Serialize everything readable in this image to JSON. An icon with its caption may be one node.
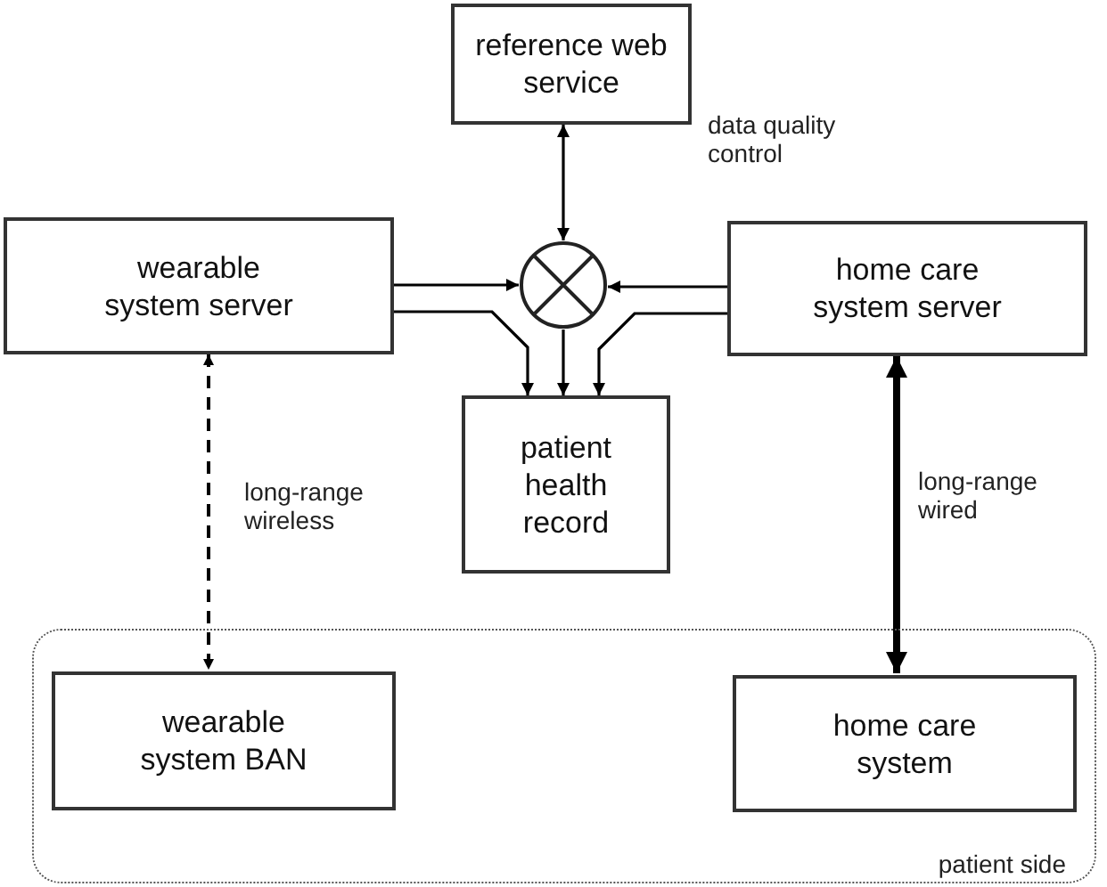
{
  "diagram": {
    "nodes": [
      {
        "text": [
          "reference web service"
        ]
      },
      {
        "text": [
          "wearable system server"
        ]
      },
      {
        "text": [],
        "shape": "circle"
      },
      {
        "text": [
          "home care system server"
        ]
      },
      {
        "text": [
          "patient health record"
        ]
      },
      {
        "text": [
          "patient side"
        ]
      },
      {
        "text": [
          "wearable system BAN"
        ],
        "in": 5
      },
      {
        "text": [
          "home care system"
        ],
        "in": 5
      }
    ],
    "edges": [
      {
        "from": 0,
        "to": 2,
        "arrow": "both"
      },
      {
        "from": 1,
        "to": 2,
        "arrow": "to"
      },
      {
        "from": 3,
        "to": 2,
        "arrow": "to"
      },
      {
        "from": 1,
        "to": 4,
        "arrow": "to"
      },
      {
        "from": 2,
        "to": 4,
        "arrow": "to"
      },
      {
        "from": 3,
        "to": 4,
        "arrow": "to"
      },
      {
        "from": 1,
        "to": 6,
        "arrow": "both",
        "label": "long-range wireless",
        "style": "dashed"
      },
      {
        "from": 3,
        "to": 7,
        "arrow": "both",
        "label": "long-range wired",
        "style": "thick"
      }
    ],
    "labels": [
      "data quality control"
    ]
  }
}
